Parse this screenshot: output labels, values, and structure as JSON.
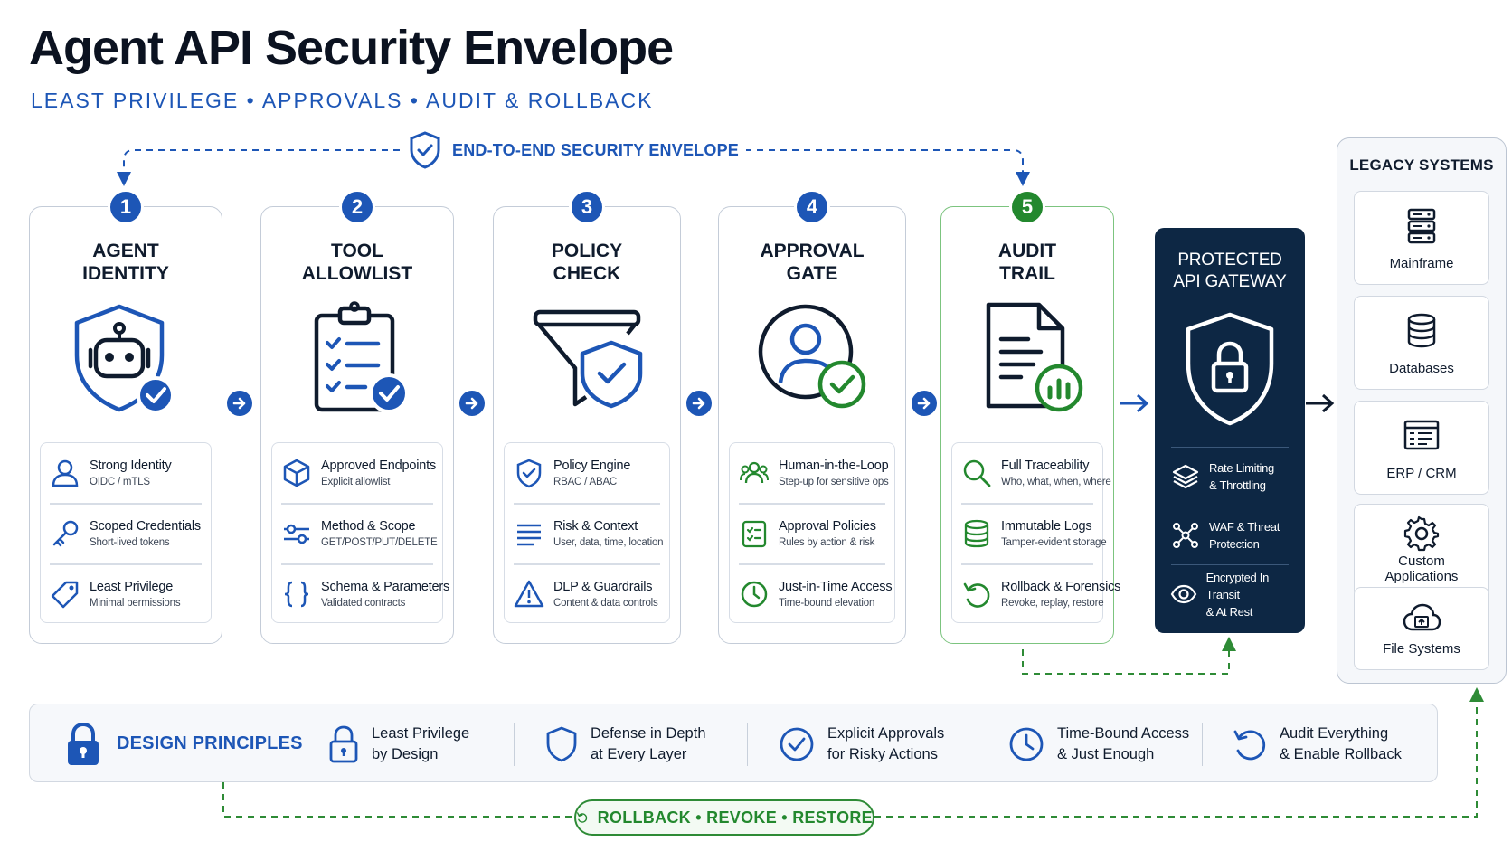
{
  "header": {
    "title": "Agent API Security Envelope",
    "subtitle": "LEAST PRIVILEGE  •  APPROVALS  •  AUDIT & ROLLBACK"
  },
  "envelope": {
    "label": "END-TO-END SECURITY ENVELOPE"
  },
  "stages": [
    {
      "number": "1",
      "title_line1": "AGENT",
      "title_line2": "IDENTITY",
      "features": [
        {
          "title": "Strong Identity",
          "sub": "OIDC / mTLS",
          "icon": "user-icon"
        },
        {
          "title": "Scoped Credentials",
          "sub": "Short-lived tokens",
          "icon": "key-icon"
        },
        {
          "title": "Least Privilege",
          "sub": "Minimal permissions",
          "icon": "tag-icon"
        }
      ]
    },
    {
      "number": "2",
      "title_line1": "TOOL",
      "title_line2": "ALLOWLIST",
      "features": [
        {
          "title": "Approved Endpoints",
          "sub": "Explicit allowlist",
          "icon": "cube-icon"
        },
        {
          "title": "Method & Scope",
          "sub": "GET/POST/PUT/DELETE",
          "icon": "sliders-icon"
        },
        {
          "title": "Schema & Parameters",
          "sub": "Validated contracts",
          "icon": "braces-icon"
        }
      ]
    },
    {
      "number": "3",
      "title_line1": "POLICY",
      "title_line2": "CHECK",
      "features": [
        {
          "title": "Policy Engine",
          "sub": "RBAC / ABAC",
          "icon": "shield-check-icon"
        },
        {
          "title": "Risk & Context",
          "sub": "User, data, time, location",
          "icon": "lines-icon"
        },
        {
          "title": "DLP & Guardrails",
          "sub": "Content & data controls",
          "icon": "warning-icon"
        }
      ]
    },
    {
      "number": "4",
      "title_line1": "APPROVAL",
      "title_line2": "GATE",
      "features": [
        {
          "title": "Human-in-the-Loop",
          "sub": "Step-up for sensitive ops",
          "icon": "people-icon"
        },
        {
          "title": "Approval Policies",
          "sub": "Rules by action & risk",
          "icon": "checklist-icon"
        },
        {
          "title": "Just-in-Time Access",
          "sub": "Time-bound elevation",
          "icon": "clock-icon"
        }
      ]
    },
    {
      "number": "5",
      "title_line1": "AUDIT",
      "title_line2": "TRAIL",
      "features": [
        {
          "title": "Full Traceability",
          "sub": "Who, what, when, where",
          "icon": "search-icon"
        },
        {
          "title": "Immutable Logs",
          "sub": "Tamper-evident storage",
          "icon": "database-icon"
        },
        {
          "title": "Rollback & Forensics",
          "sub": "Revoke, replay, restore",
          "icon": "undo-icon"
        }
      ]
    }
  ],
  "gateway": {
    "title_line1": "PROTECTED",
    "title_line2": "API GATEWAY",
    "items": [
      {
        "line1": "Rate Limiting",
        "line2": "& Throttling",
        "icon": "layers-icon"
      },
      {
        "line1": "WAF & Threat",
        "line2": "Protection",
        "icon": "network-icon"
      },
      {
        "line1": "Encrypted In Transit",
        "line2": "& At Rest",
        "icon": "eye-icon"
      }
    ]
  },
  "legacy": {
    "title": "LEGACY SYSTEMS",
    "items": [
      {
        "label_line1": "Mainframe",
        "label_line2": "",
        "icon": "server-icon"
      },
      {
        "label_line1": "Databases",
        "label_line2": "",
        "icon": "database-icon"
      },
      {
        "label_line1": "ERP / CRM",
        "label_line2": "",
        "icon": "window-icon"
      },
      {
        "label_line1": "Custom",
        "label_line2": "Applications",
        "icon": "gear-icon"
      },
      {
        "label_line1": "File Systems",
        "label_line2": "",
        "icon": "cloud-folder-icon"
      }
    ]
  },
  "principles": {
    "heading": "DESIGN PRINCIPLES",
    "items": [
      {
        "line1": "Least Privilege",
        "line2": "by Design",
        "icon": "lock-icon"
      },
      {
        "line1": "Defense in Depth",
        "line2": "at Every Layer",
        "icon": "shield-icon"
      },
      {
        "line1": "Explicit Approvals",
        "line2": "for Risky Actions",
        "icon": "check-circle-icon"
      },
      {
        "line1": "Time-Bound Access",
        "line2": "& Just Enough",
        "icon": "clock-icon"
      },
      {
        "line1": "Audit Everything",
        "line2": "& Enable Rollback",
        "icon": "undo-icon"
      }
    ]
  },
  "rollback": {
    "label": "ROLLBACK  •  REVOKE  •  RESTORE"
  },
  "colors": {
    "primary_blue": "#1d56b6",
    "navy": "#0d2744",
    "green": "#23882e",
    "border": "#c4ccd8"
  }
}
